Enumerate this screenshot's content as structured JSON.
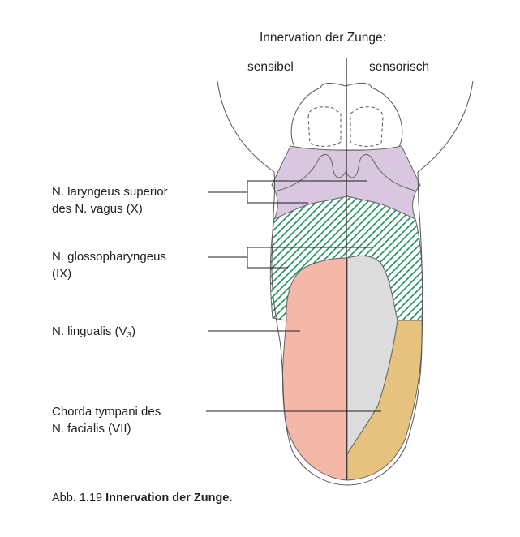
{
  "figure": {
    "title": "Innervation der Zunge:",
    "left_side_label": "sensibel",
    "right_side_label": "sensorisch",
    "labels": {
      "laryngeus_line1": "N. laryngeus superior",
      "laryngeus_line2": "des N. vagus (X)",
      "glosso_line1": "N. glossopharyngeus",
      "glosso_line2": "(IX)",
      "lingualis_text": "N. lingualis (V",
      "lingualis_sub": "3",
      "lingualis_close": ")",
      "chorda_line1": "Chorda tympani des",
      "chorda_line2": "N. facialis (VII)"
    },
    "colors": {
      "vagus": "#d9c6df",
      "glosso_hatch": "#1f8f5f",
      "lingualis": "#f3b8a8",
      "sensorisch_gray": "#dcdcdc",
      "chorda": "#e5c27e",
      "outline": "#555555"
    }
  },
  "caption": {
    "number": "Abb. 1.19",
    "title": "Innervation der Zunge."
  }
}
